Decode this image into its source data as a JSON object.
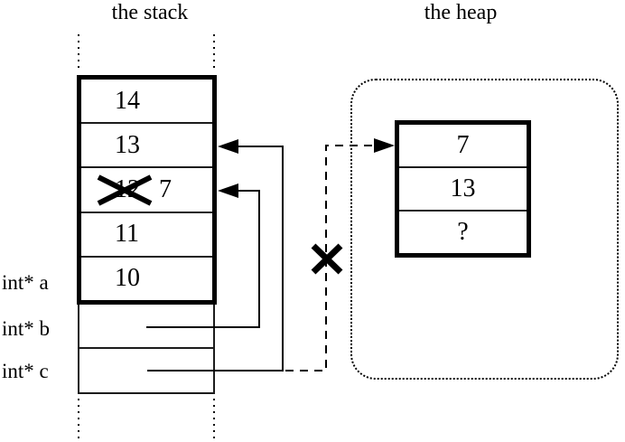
{
  "colors": {
    "ink": "#000000",
    "background": "#ffffff"
  },
  "stack": {
    "title": "the stack",
    "cells": [
      {
        "value": "14"
      },
      {
        "value": "13"
      },
      {
        "value": "12",
        "crossed_out": true,
        "new_value": "7"
      },
      {
        "value": "11"
      },
      {
        "value": "10"
      }
    ]
  },
  "pointers": [
    {
      "label": "int* a"
    },
    {
      "label": "int* b"
    },
    {
      "label": "int* c"
    }
  ],
  "heap": {
    "title": "the heap",
    "cells": [
      "7",
      "13",
      "?"
    ]
  },
  "icons": {
    "cross_out": "x-cross",
    "invalid_pointer": "x-cross"
  }
}
